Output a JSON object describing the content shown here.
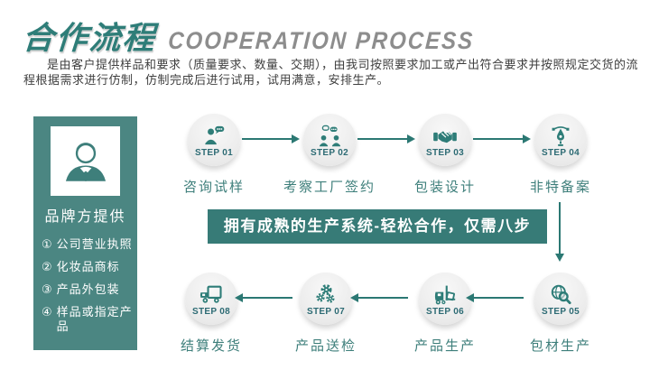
{
  "header": {
    "title_cn": "合作流程",
    "title_en": "COOPERATION PROCESS",
    "description": "是由客户提供样品和要求（质量要求、数量、交期），由我司按照要求加工或产出符合要求并按照规定交货的流程根据需求进行仿制，仿制完成后进行试用，试用满意，安排生产。"
  },
  "sidebar": {
    "icon": "businessman-icon",
    "title": "品牌方提供",
    "items": [
      {
        "num": "①",
        "label": "公司营业执照"
      },
      {
        "num": "②",
        "label": "化妆品商标"
      },
      {
        "num": "③",
        "label": "产品外包装"
      },
      {
        "num": "④",
        "label": "样品或指定产品"
      }
    ]
  },
  "banner": {
    "text": "拥有成熟的生产系统-轻松合作，仅需八步"
  },
  "steps": [
    {
      "id": "STEP 01",
      "label": "咨询试样",
      "icon": "consultation-icon"
    },
    {
      "id": "STEP 02",
      "label": "考察工厂签约",
      "icon": "meeting-icon"
    },
    {
      "id": "STEP 03",
      "label": "包装设计",
      "icon": "handshake-icon"
    },
    {
      "id": "STEP 04",
      "label": "非特备案",
      "icon": "pen-tool-icon"
    },
    {
      "id": "STEP 05",
      "label": "包材生产",
      "icon": "globe-search-icon"
    },
    {
      "id": "STEP 06",
      "label": "产品生产",
      "icon": "forklift-icon"
    },
    {
      "id": "STEP 07",
      "label": "产品送检",
      "icon": "gears-icon"
    },
    {
      "id": "STEP 08",
      "label": "结算发货",
      "icon": "truck-icon"
    }
  ],
  "colors": {
    "accent_teal": "#2E7D78",
    "sidebar_bg": "#4B8682",
    "banner_bg": "#377B77",
    "arrow": "#2B7873",
    "step_id_text": "#2D6B74",
    "label_text": "#3E7F7B",
    "title_en_gray": "#8D8D8D",
    "circle_bg": "#ECECEC"
  }
}
